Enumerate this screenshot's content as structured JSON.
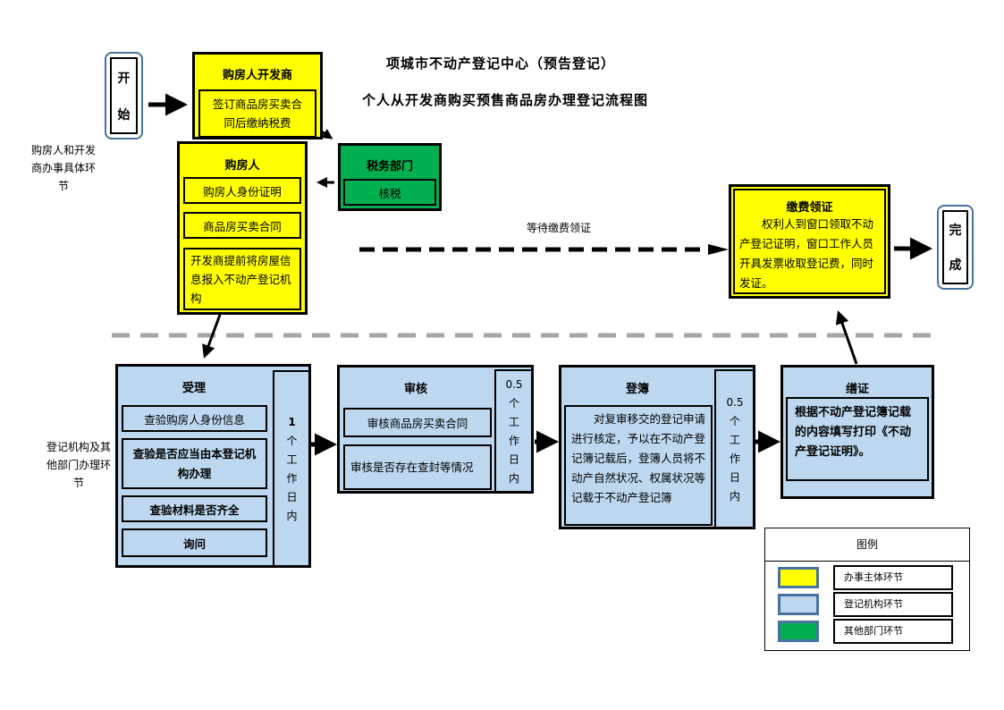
{
  "title": {
    "line1": "项城市不动产登记中心（预告登记）",
    "line2": "个人从开发商购买预售商品房办理登记流程图"
  },
  "lanes": {
    "top": "购房人和开发商办事具体环节",
    "bottom": "登记机构及其他部门办理环节"
  },
  "start": {
    "chars": [
      "开",
      "始"
    ]
  },
  "finish": {
    "chars": [
      "完",
      "成"
    ]
  },
  "buyer_developer": {
    "title": "购房人开发商",
    "item": "签订商品房买卖合同后缴纳税费"
  },
  "tax_dept": {
    "title": "税务部门",
    "item": "核税"
  },
  "buyer": {
    "title": "购房人",
    "items": [
      "购房人身份证明",
      "商品房买卖合同",
      "开发商提前将房屋信息报入不动产登记机构"
    ]
  },
  "wait_label": "等待缴费领证",
  "pay_collect": {
    "title": "缴费领证",
    "text": "权利人到窗口领取不动产登记证明，窗口工作人员开具发票收取登记费，同时发证。"
  },
  "accept": {
    "title": "受理",
    "items": [
      "查验购房人身份信息",
      "查验是否应当由本登记机构办理",
      "查验材料是否齐全",
      "询问"
    ],
    "days": [
      "1",
      "个",
      "工",
      "作",
      "日",
      "内"
    ]
  },
  "review": {
    "title": "审核",
    "items": [
      "审核商品房买卖合同",
      "审核是否存在查封等情况"
    ],
    "days": [
      "0.5",
      "个",
      "工",
      "作",
      "日",
      "内"
    ]
  },
  "register": {
    "title": "登簿",
    "text": "对复审移交的登记申请进行核定，予以在不动产登记簿记载后，登簿人员将不动产自然状况、权属状况等记载于不动产登记簿",
    "days": [
      "0.5",
      "个",
      "工",
      "作",
      "日",
      "内"
    ]
  },
  "certify": {
    "title": "缮证",
    "text": "根据不动产登记簿记载的内容填写打印《不动产登记证明》。"
  },
  "legend": {
    "title": "图例",
    "items": [
      {
        "label": "办事主体环节",
        "color": "#ffff00"
      },
      {
        "label": "登记机构环节",
        "color": "#bdd7ee"
      },
      {
        "label": "其他部门环节",
        "color": "#00b050"
      }
    ]
  }
}
